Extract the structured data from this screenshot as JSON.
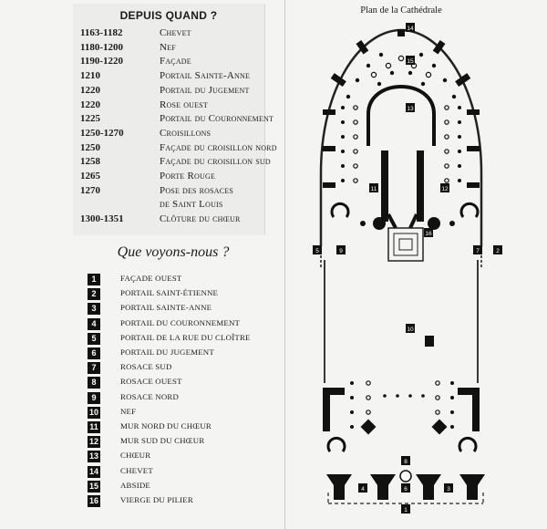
{
  "dates": {
    "title": "DEPUIS QUAND ?",
    "rows": [
      {
        "years": "1163-1182",
        "event": "Chevet"
      },
      {
        "years": "1180-1200",
        "event": "Nef"
      },
      {
        "years": "1190-1220",
        "event": "Façade"
      },
      {
        "years": "1210",
        "event": "Portail Sainte-Anne"
      },
      {
        "years": "1220",
        "event": "Portail du Jugement"
      },
      {
        "years": "1220",
        "event": "Rose ouest"
      },
      {
        "years": "1225",
        "event": "Portail du Couronnement"
      },
      {
        "years": "1250-1270",
        "event": "Croisillons"
      },
      {
        "years": "1250",
        "event": "Façade du croisillon nord"
      },
      {
        "years": "1258",
        "event": "Façade du croisillon sud"
      },
      {
        "years": "1265",
        "event": "Porte Rouge"
      },
      {
        "years": "1270",
        "event": "Pose des rosaces"
      },
      {
        "years": "",
        "event": "de Saint Louis"
      },
      {
        "years": "1300-1351",
        "event": "Clôture du chœur"
      }
    ]
  },
  "legend": {
    "title": "Que voyons-nous ?",
    "items": [
      {
        "num": "1",
        "label": "Façade ouest"
      },
      {
        "num": "2",
        "label": "Portail saint-étienne"
      },
      {
        "num": "3",
        "label": "Portail sainte-anne"
      },
      {
        "num": "4",
        "label": "Portail du couronnement"
      },
      {
        "num": "5",
        "label": "Portail de la rue du cloître"
      },
      {
        "num": "6",
        "label": "Portail du jugement"
      },
      {
        "num": "7",
        "label": "Rosace sud"
      },
      {
        "num": "8",
        "label": "Rosace ouest"
      },
      {
        "num": "9",
        "label": "Rosace nord"
      },
      {
        "num": "10",
        "label": "Nef"
      },
      {
        "num": "11",
        "label": "Mur nord du chœur"
      },
      {
        "num": "12",
        "label": "Mur sud du chœur"
      },
      {
        "num": "13",
        "label": "Chœur"
      },
      {
        "num": "14",
        "label": "Chevet"
      },
      {
        "num": "15",
        "label": "Abside"
      },
      {
        "num": "16",
        "label": "Vierge du pilier"
      }
    ]
  },
  "plan": {
    "title": "Plan de la Cathédrale",
    "markers": [
      "14",
      "15",
      "13",
      "11",
      "12",
      "16",
      "5",
      "9",
      "7",
      "2",
      "10",
      "8",
      "4",
      "6",
      "3",
      "1"
    ]
  }
}
